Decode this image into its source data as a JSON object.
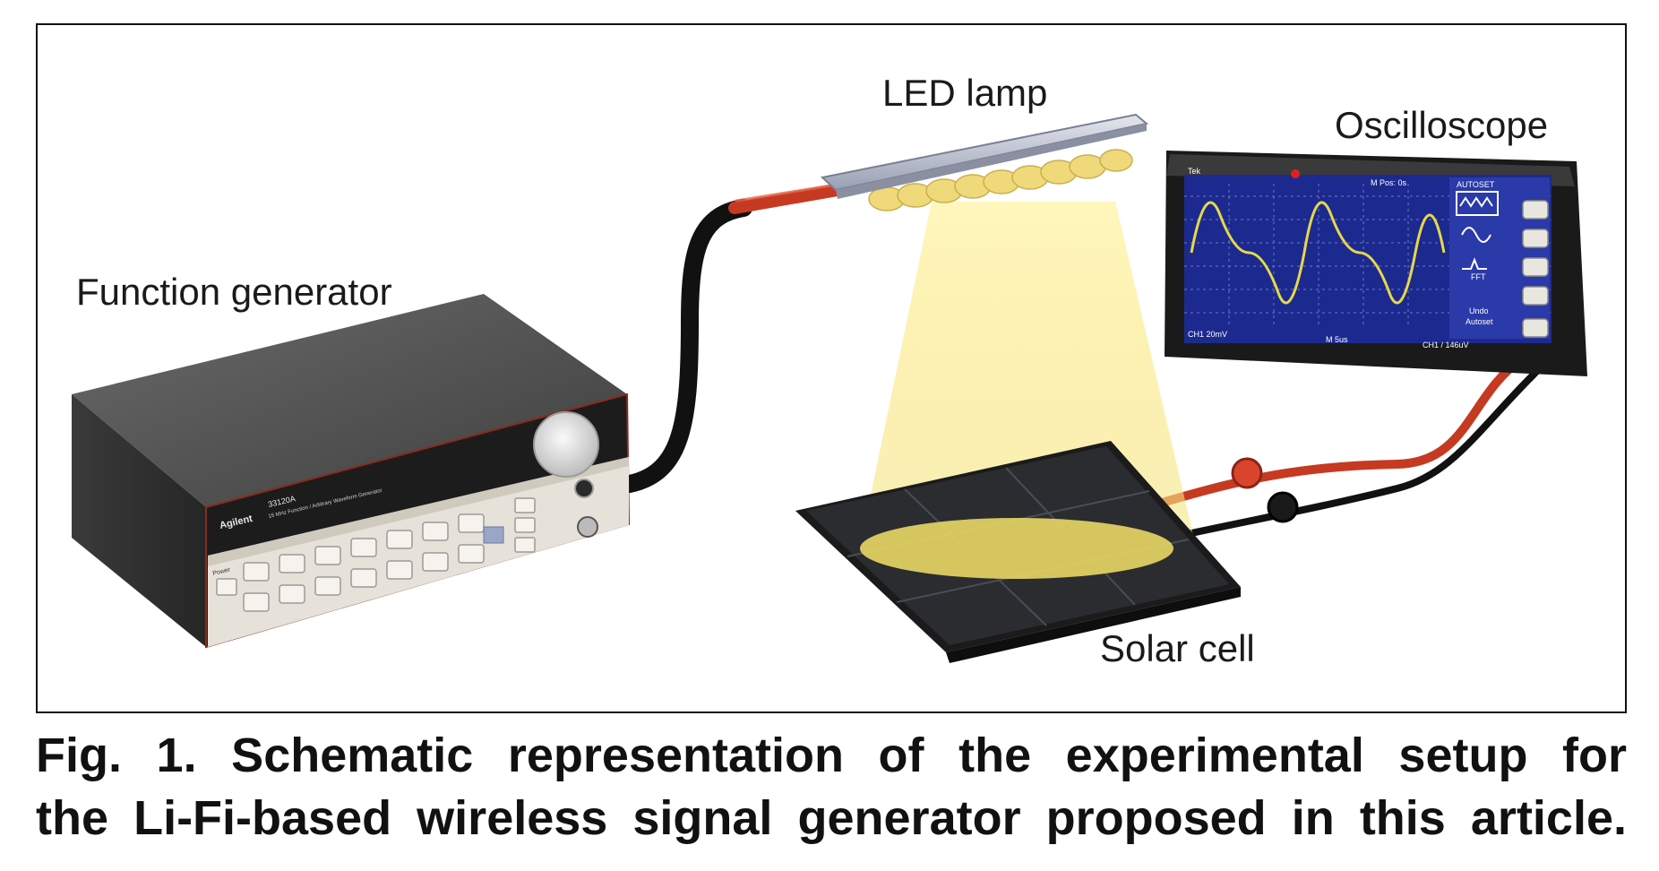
{
  "labels": {
    "led_lamp": "LED lamp",
    "oscilloscope": "Oscilloscope",
    "function_generator": "Function generator",
    "solar_cell": "Solar cell"
  },
  "function_generator_panel": {
    "brand": "Agilent",
    "model": "33120A",
    "subtitle": "15 MHz Function / Arbitrary Waveform Generator",
    "power_label": "Power"
  },
  "oscilloscope_screen": {
    "brand": "Tek",
    "position_readout": "M Pos: 0s",
    "menu_autoset": "AUTOSET",
    "menu_fft": "FFT",
    "menu_undo_line1": "Undo",
    "menu_undo_line2": "Autoset",
    "channel_scale": "CH1 20mV",
    "time_scale": "M 5us",
    "trigger_readout": "CH1 / 146uV"
  },
  "caption": {
    "line1": "Fig. 1. Schematic representation of the experimental setup for",
    "line2": "the Li-Fi-based wireless signal generator proposed in this article."
  },
  "colors": {
    "frame": "#111111",
    "led_glow": "#f3dc6a",
    "screen_blue": "#1c2a8f",
    "trace_yellow": "#e6d84a",
    "cable_red": "#c63a22",
    "cable_black": "#111111"
  }
}
